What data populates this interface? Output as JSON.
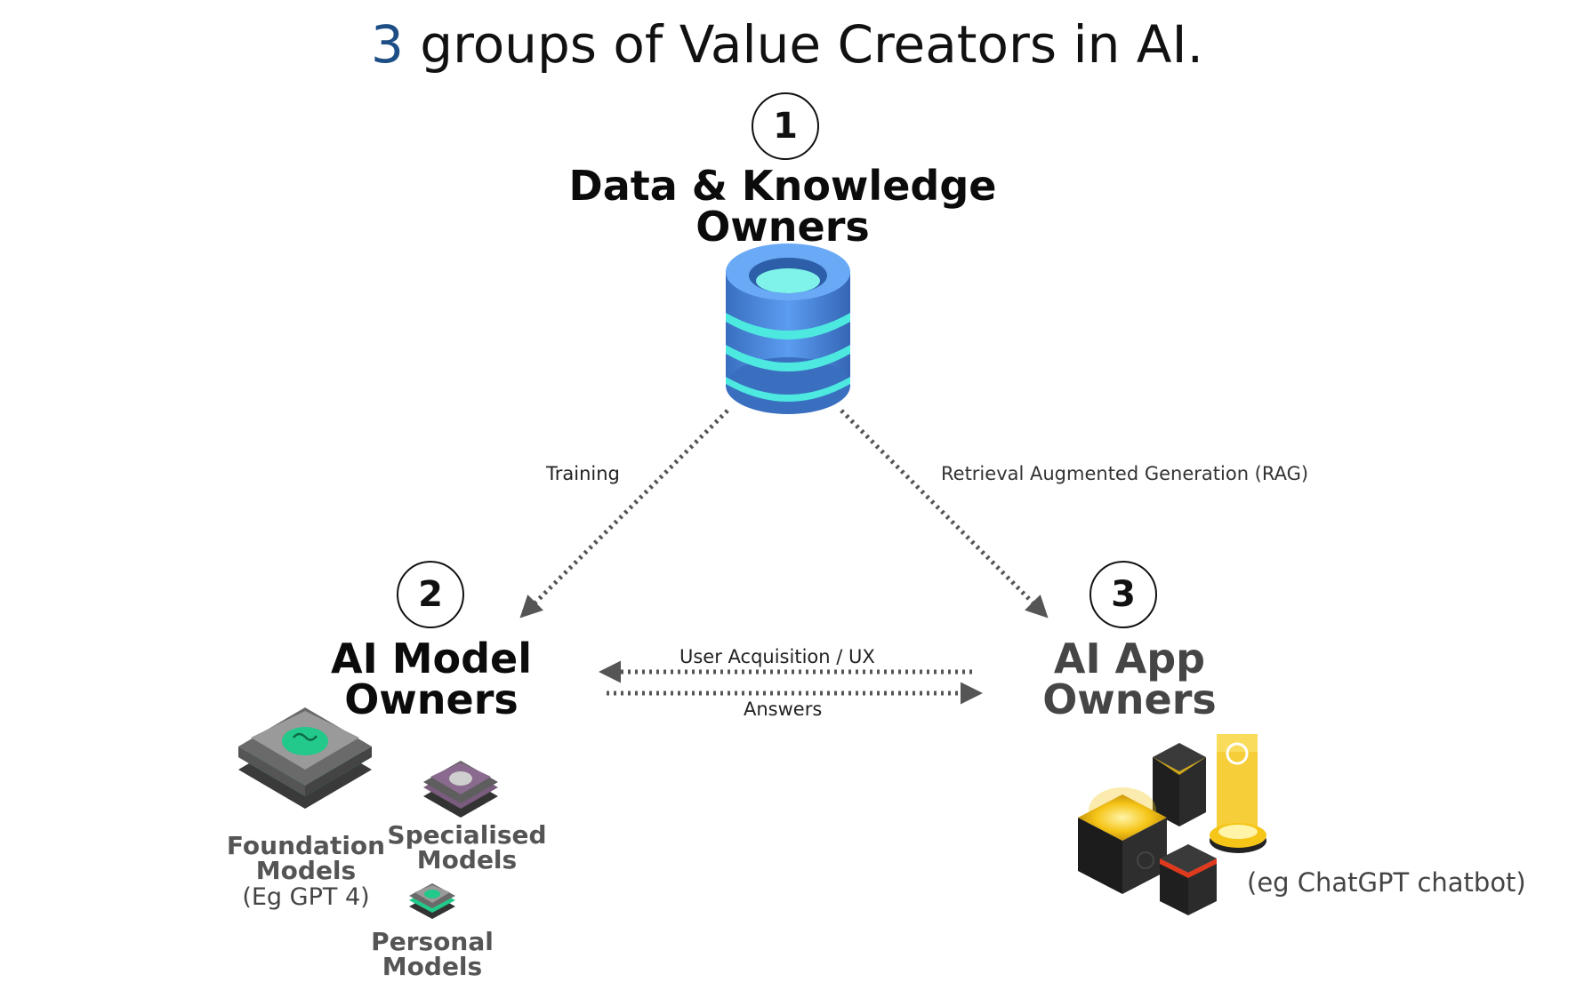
{
  "title": {
    "number": "3",
    "text": " groups of Value Creators in AI."
  },
  "nodes": {
    "data": {
      "number": "1",
      "line1": "Data & Knowledge",
      "line2": "Owners"
    },
    "model": {
      "number": "2",
      "line1": "AI Model",
      "line2": "Owners"
    },
    "app": {
      "number": "3",
      "line1": "AI App",
      "line2": "Owners",
      "example": "(eg ChatGPT chatbot)"
    }
  },
  "edges": {
    "training": "Training",
    "rag": "Retrieval Augmented Generation (RAG)",
    "user_acquisition": "User Acquisition / UX",
    "answers": "Answers"
  },
  "models": {
    "foundation": {
      "line1": "Foundation",
      "line2": "Models",
      "example": "(Eg GPT 4)"
    },
    "specialised": {
      "line1": "Specialised",
      "line2": "Models"
    },
    "personal": {
      "line1": "Personal",
      "line2": "Models"
    }
  },
  "colors": {
    "title_number": "#1d4f86",
    "database_blue": "#4f8ee0",
    "database_teal": "#4de8e0",
    "chip_gray": "#8a8a8a",
    "chip_green": "#22c98a",
    "chip_purple": "#7a5c7e",
    "app_yellow": "#f5c518",
    "app_red": "#e03a1e",
    "cube_dark": "#2b2b2b"
  }
}
